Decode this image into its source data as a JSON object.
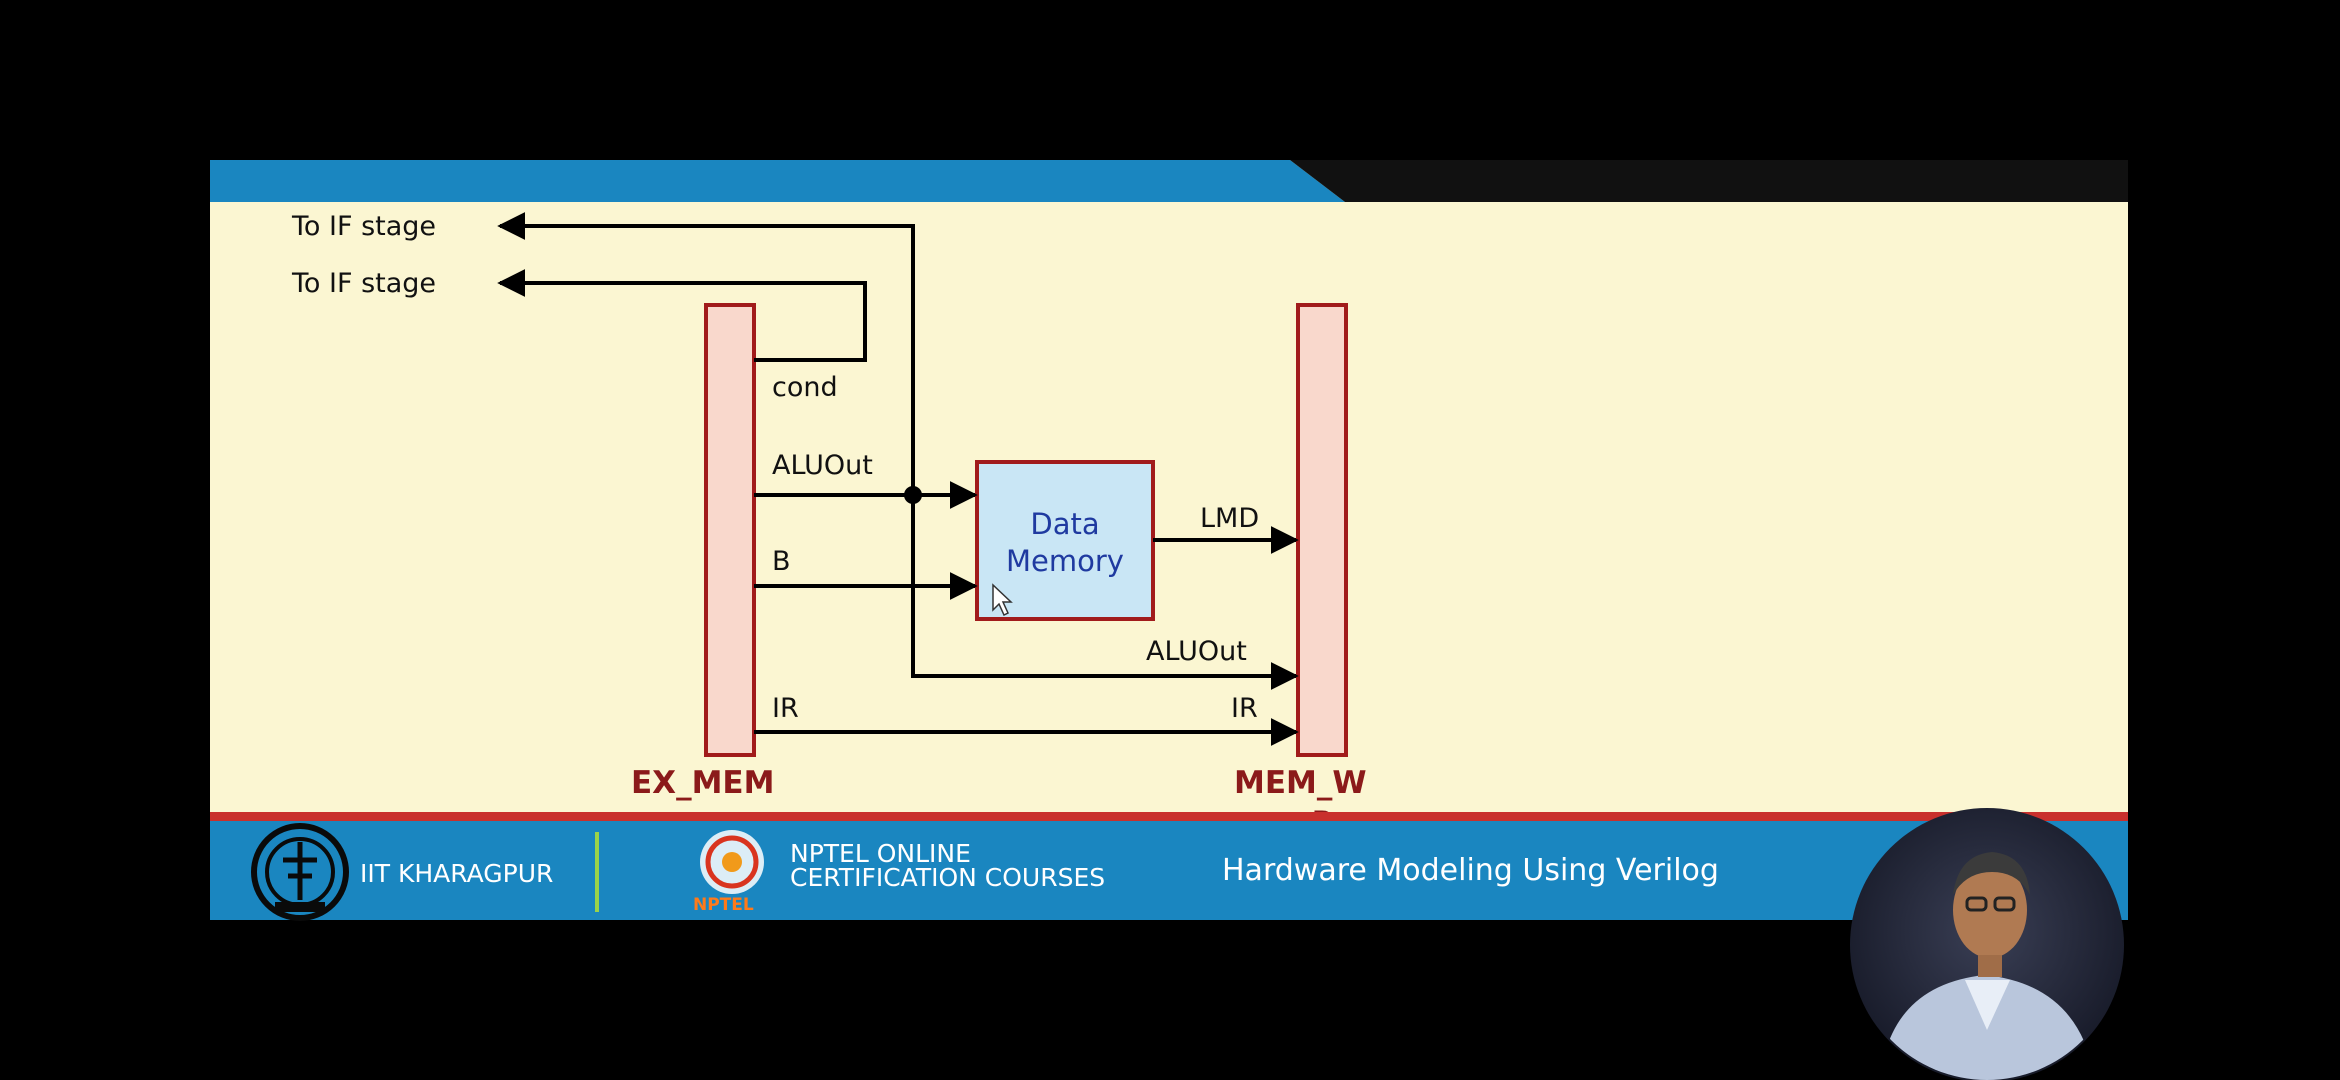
{
  "diagram": {
    "to_if_stage_1": "To IF stage",
    "to_if_stage_2": "To IF stage",
    "signal_cond": "cond",
    "signal_aluout_in": "ALUOut",
    "signal_b": "B",
    "signal_ir_in": "IR",
    "data_memory_line1": "Data",
    "data_memory_line2": "Memory",
    "signal_lmd": "LMD",
    "signal_aluout_out": "ALUOut",
    "signal_ir_out": "IR",
    "register_ex_mem": "EX_MEM",
    "register_mem_wb_line1": "MEM_W",
    "register_mem_wb_line2": "B"
  },
  "footer": {
    "institute": "IIT KHARAGPUR",
    "nptel_line1": "NPTEL ONLINE",
    "nptel_line2": "CERTIFICATION COURSES",
    "nptel_logo_text": "NPTEL",
    "course_title": "Hardware Modeling Using Verilog"
  },
  "colors": {
    "slide_background": "#fbf6d2",
    "top_bar": "#1a86c0",
    "footer_bar": "#1a86c0",
    "footer_stripe": "#c9302c",
    "register_fill": "#f9d8cc",
    "register_border": "#a11b1b",
    "memory_fill": "#c9e6f5"
  }
}
